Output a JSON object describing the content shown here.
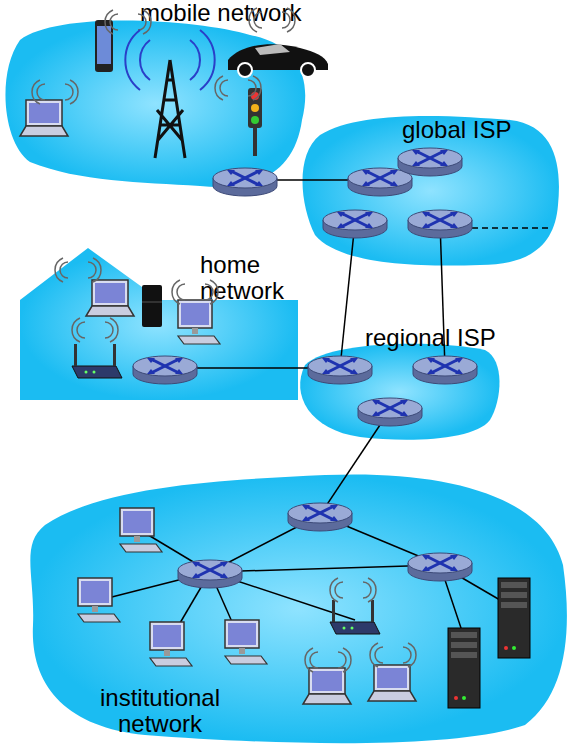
{
  "diagram": {
    "nodes": [
      {
        "text": [
          "mobile network"
        ]
      },
      {
        "text": [
          "global ISP"
        ]
      },
      {
        "text": [
          "home network"
        ]
      },
      {
        "text": [
          "regional ISP"
        ]
      },
      {
        "text": [
          "institutional network"
        ]
      }
    ],
    "edges": [
      {
        "from": 0,
        "to": 1,
        "arrow": "none"
      },
      {
        "from": 1,
        "to": 3,
        "arrow": "none"
      },
      {
        "from": 1,
        "to": 3,
        "arrow": "none"
      },
      {
        "from": 2,
        "to": 3,
        "arrow": "none"
      },
      {
        "from": 3,
        "to": 4,
        "arrow": "none"
      }
    ]
  }
}
